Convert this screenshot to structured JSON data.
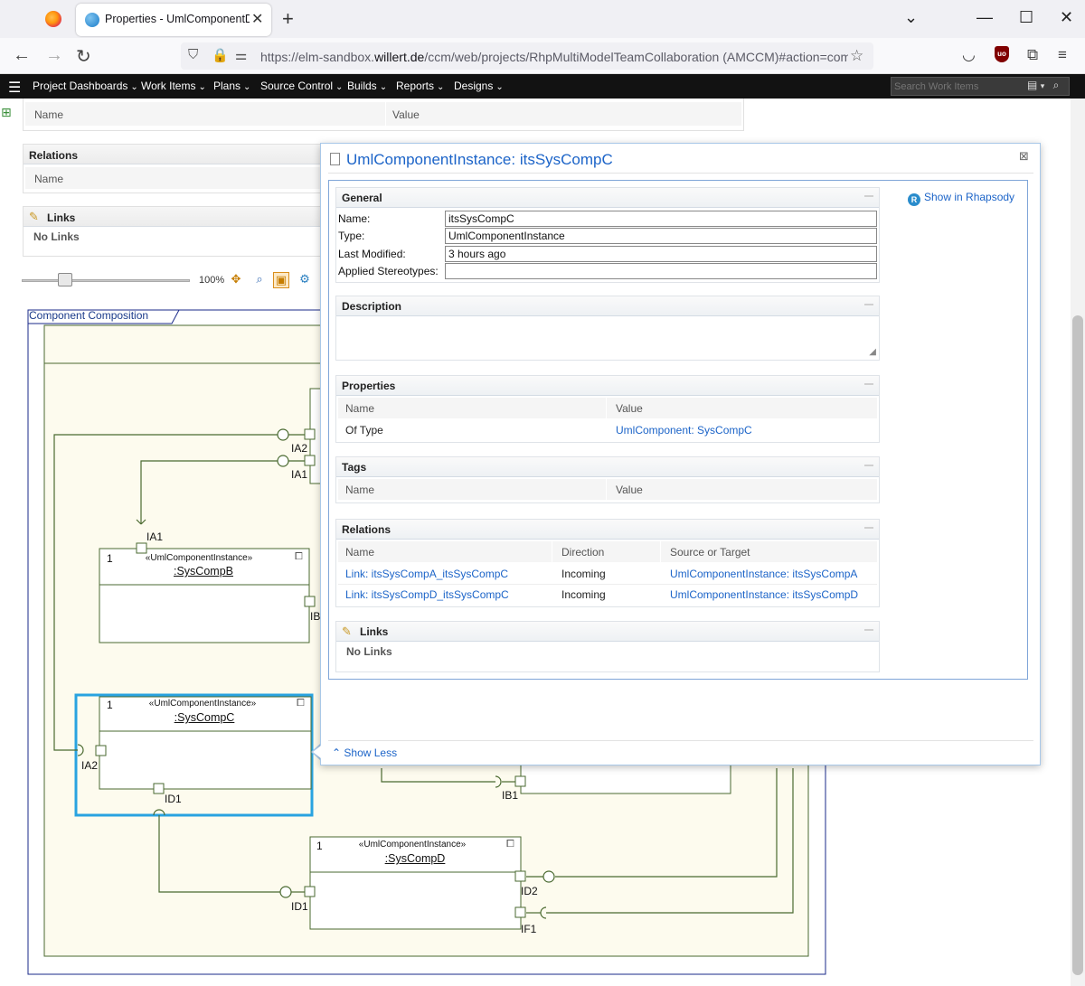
{
  "browser": {
    "tab_title": "Properties - UmlComponentDiagram",
    "url_prefix": "https://elm-sandbox.",
    "url_domain": "willert.de",
    "url_path": "/ccm/web/projects/RhpMultiModelTeamCollaboration (AMCCM)#action=com.ibm"
  },
  "appbar": {
    "menu": [
      "Project Dashboards",
      "Work Items",
      "Plans",
      "Source Control",
      "Builds",
      "Reports",
      "Designs"
    ],
    "search_placeholder": "Search Work Items"
  },
  "left_panels": {
    "properties_table": {
      "name_header": "Name",
      "value_header": "Value"
    },
    "relations": {
      "title": "Relations",
      "name_header": "Name"
    },
    "links": {
      "title": "Links",
      "empty": "No Links"
    }
  },
  "zoom": {
    "label": "100%",
    "level": 0.25
  },
  "diagram": {
    "frame_title": "Component Composition",
    "components": [
      {
        "id": "b",
        "multiplicity": "1",
        "stereotype": "«UmlComponentInstance»",
        "name": ":SysCompB"
      },
      {
        "id": "c",
        "multiplicity": "1",
        "stereotype": "«UmlComponentInstance»",
        "name": ":SysCompC"
      },
      {
        "id": "d",
        "multiplicity": "1",
        "stereotype": "«UmlComponentInstance»",
        "name": ":SysCompD"
      }
    ],
    "ports": [
      "IA2",
      "IA1",
      "IA1",
      "IB",
      "IA2",
      "ID1",
      "IB1",
      "ID2",
      "ID1",
      "IF1"
    ]
  },
  "popup": {
    "title": "UmlComponentInstance: itsSysCompC",
    "show_in_rhapsody": "Show in Rhapsody",
    "show_less": "Show Less",
    "general": {
      "title": "General",
      "name_label": "Name:",
      "name_value": "itsSysCompC",
      "type_label": "Type:",
      "type_value": "UmlComponentInstance",
      "modified_label": "Last Modified:",
      "modified_value": "3 hours ago",
      "stereo_label": "Applied Stereotypes:",
      "stereo_value": ""
    },
    "description": {
      "title": "Description"
    },
    "properties": {
      "title": "Properties",
      "headers": [
        "Name",
        "Value"
      ],
      "rows": [
        {
          "name": "Of Type",
          "value": "UmlComponent: SysCompC"
        }
      ]
    },
    "tags": {
      "title": "Tags",
      "headers": [
        "Name",
        "Value"
      ]
    },
    "relations": {
      "title": "Relations",
      "headers": [
        "Name",
        "Direction",
        "Source or Target"
      ],
      "rows": [
        {
          "name": "Link: itsSysCompA_itsSysCompC",
          "direction": "Incoming",
          "target": "UmlComponentInstance: itsSysCompA"
        },
        {
          "name": "Link: itsSysCompD_itsSysCompC",
          "direction": "Incoming",
          "target": "UmlComponentInstance: itsSysCompD"
        }
      ]
    },
    "links": {
      "title": "Links",
      "empty": "No Links"
    }
  },
  "colors": {
    "diagram_line": "#4a6a30",
    "diagram_fill": "#fdfbee",
    "selection": "#29a3e0",
    "link": "#1c64c8",
    "frame": "#1a2a8a"
  }
}
